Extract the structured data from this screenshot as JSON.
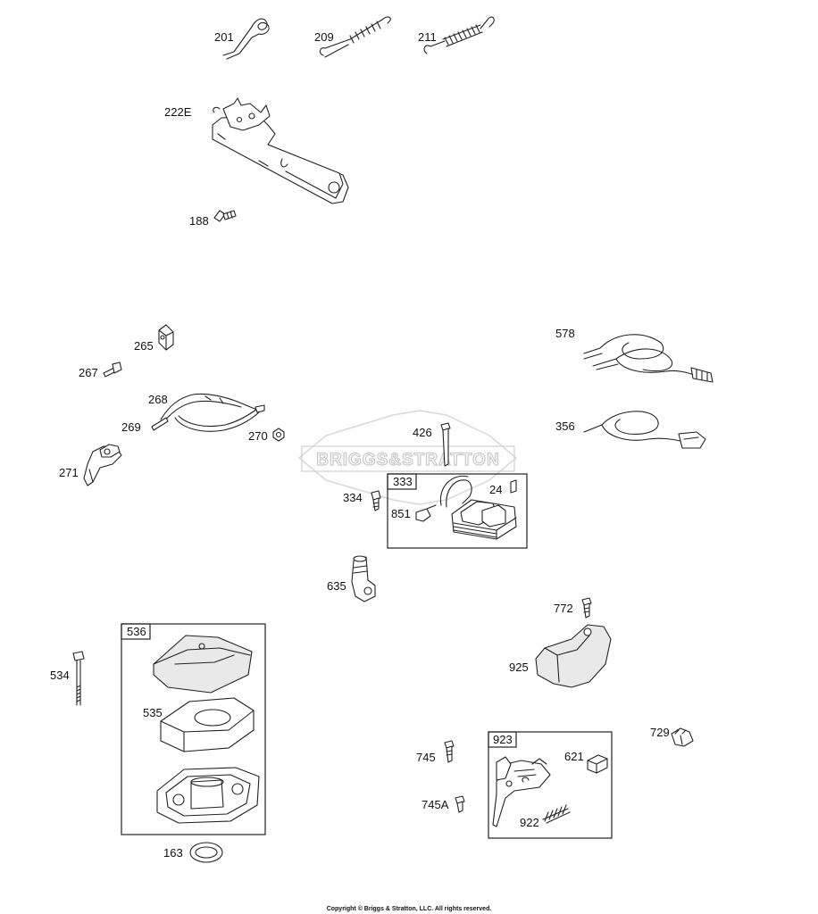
{
  "watermark": "BRIGGS&STRATTON",
  "copyright": "Copyright © Briggs & Stratton, LLC. All rights reserved.",
  "labels": {
    "p201": "201",
    "p209": "209",
    "p211": "211",
    "p222E": "222E",
    "p188": "188",
    "p265": "265",
    "p267": "267",
    "p268": "268",
    "p269": "269",
    "p270": "270",
    "p271": "271",
    "p578": "578",
    "p356": "356",
    "p426": "426",
    "p333": "333",
    "p24": "24",
    "p334": "334",
    "p851": "851",
    "p635": "635",
    "p772": "772",
    "p536": "536",
    "p534": "534",
    "p535": "535",
    "p925": "925",
    "p729": "729",
    "p923": "923",
    "p745": "745",
    "p621": "621",
    "p745A": "745A",
    "p922": "922",
    "p163": "163"
  }
}
